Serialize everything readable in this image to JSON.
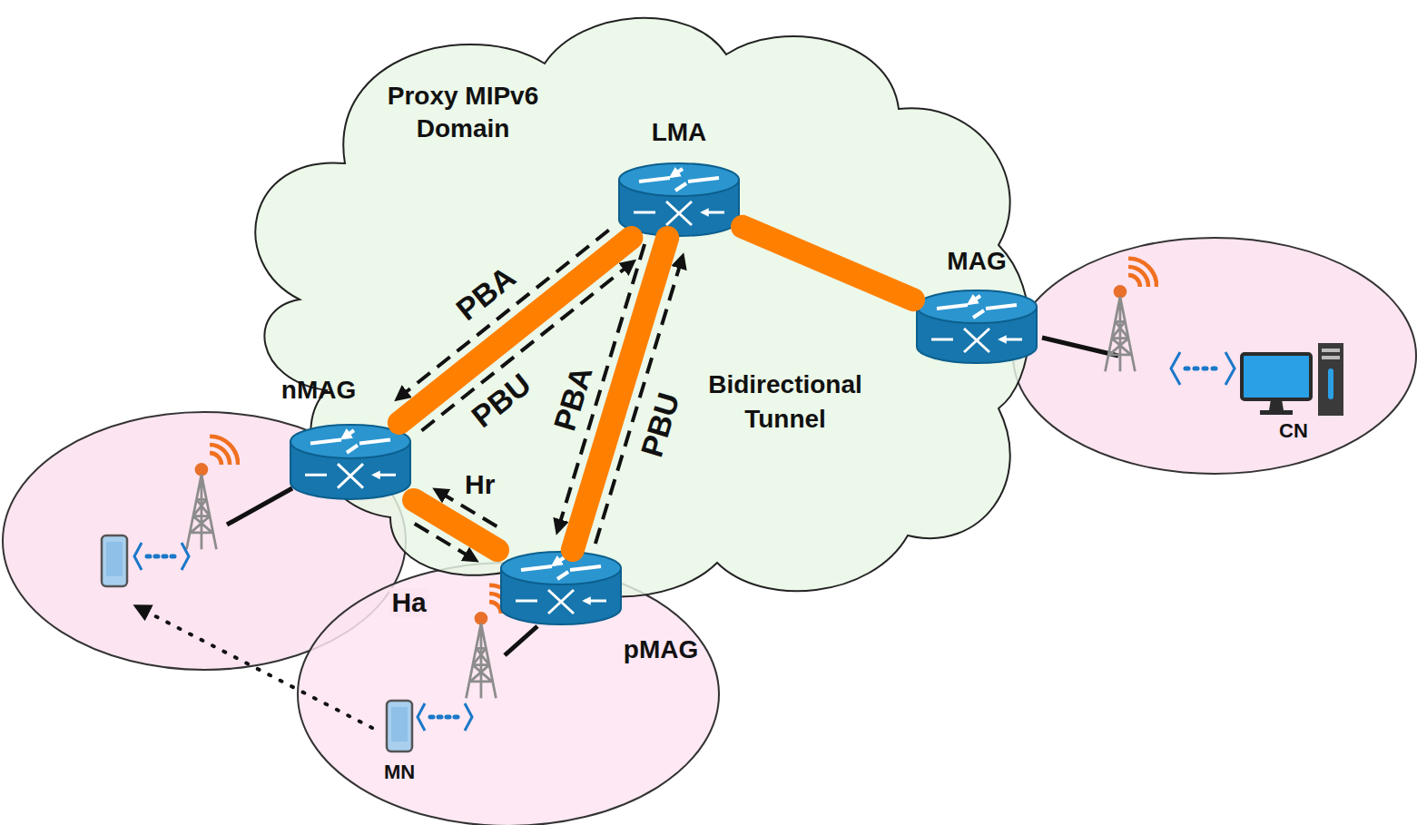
{
  "diagram": {
    "nodes": [
      {
        "text": [
          "Proxy MIPv6 Domain"
        ]
      },
      {
        "text": [
          "LMA"
        ],
        "in": 0
      },
      {
        "text": [
          "nMAG"
        ]
      },
      {
        "text": [
          "pMAG"
        ]
      },
      {
        "text": [
          "MAG"
        ]
      },
      {
        "text": [
          "CN"
        ]
      },
      {
        "text": [
          "MN"
        ]
      }
    ],
    "edges": [
      {
        "from": 1,
        "to": 2,
        "arrow": "none"
      },
      {
        "from": 2,
        "to": 1,
        "label": "PBU",
        "arrow": "to"
      },
      {
        "from": 1,
        "to": 2,
        "label": "PBA",
        "arrow": "to"
      },
      {
        "from": 1,
        "to": 3,
        "arrow": "none"
      },
      {
        "from": 3,
        "to": 1,
        "label": "PBU",
        "arrow": "to"
      },
      {
        "from": 1,
        "to": 3,
        "label": "PBA",
        "arrow": "to"
      },
      {
        "from": 1,
        "to": 4,
        "arrow": "none"
      },
      {
        "from": 2,
        "to": 3,
        "arrow": "none"
      },
      {
        "from": 3,
        "to": 2,
        "label": "Hr",
        "arrow": "to"
      },
      {
        "from": 2,
        "to": 3,
        "label": "Ha",
        "arrow": "to"
      }
    ],
    "labels": [
      "Bidirectional Tunnel"
    ]
  }
}
